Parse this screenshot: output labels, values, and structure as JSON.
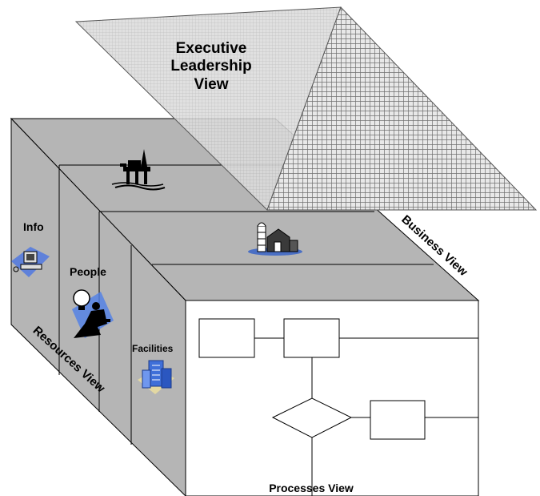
{
  "pyramid": {
    "title_lines": [
      "Executive",
      "Leadership",
      "View"
    ]
  },
  "cube": {
    "labels": {
      "info": "Info",
      "people": "People",
      "facilities": "Facilities"
    },
    "icons": {
      "oil_rig": "oil-rig-icon",
      "farm": "farm-silo-icon",
      "computer": "computer-icon",
      "person": "person-idea-icon",
      "building": "office-building-icon"
    }
  },
  "axes": {
    "business": "Business View",
    "resources": "Resources View",
    "processes": "Processes View"
  },
  "colors": {
    "cube_gray": "#b4b4b4",
    "grid_dark": "#7f7f7f",
    "grid_light": "#d2d2d2",
    "icon_blue": "#3355aa"
  }
}
